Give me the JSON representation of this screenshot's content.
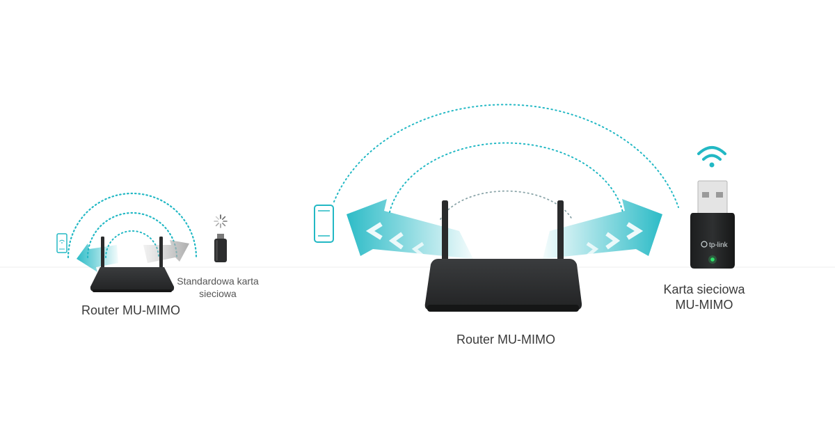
{
  "left_scene": {
    "router_label": "Router MU-MIMO",
    "standard_adapter_label_line1": "Standardowa karta",
    "standard_adapter_label_line2": "sieciowa"
  },
  "right_scene": {
    "router_label": "Router MU-MIMO",
    "adapter_label_line1": "Karta sieciowa",
    "adapter_label_line2": "MU-MIMO",
    "adapter_brand": "tp-link"
  },
  "colors": {
    "signal_teal": "#22b8c4",
    "router_body": "#2b2d2e",
    "standard_beam_gray": "#b8b8b8"
  },
  "icons": [
    "smartphone-icon",
    "wifi-icon",
    "loading-spinner-icon",
    "usb-adapter-icon",
    "router-icon"
  ]
}
